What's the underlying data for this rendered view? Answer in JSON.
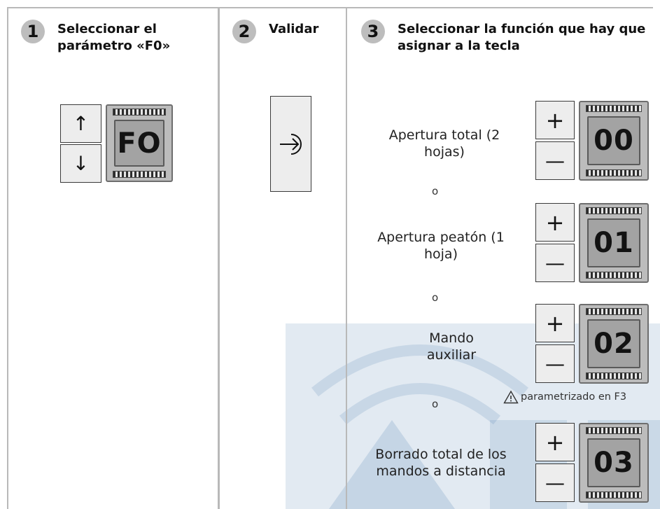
{
  "steps": [
    {
      "number": "1",
      "title": "Seleccionar el parámetro «F0»"
    },
    {
      "number": "2",
      "title": "Validar"
    },
    {
      "number": "3",
      "title": "Seleccionar la función que hay que asignar a la tecla"
    }
  ],
  "step1": {
    "up_arrow": "↑",
    "down_arrow": "↓",
    "display": "FO"
  },
  "step2": {
    "enter_icon": "enter-arrow-icon"
  },
  "options": [
    {
      "label": "Apertura total (2 hojas)",
      "display": "00"
    },
    {
      "label": "Apertura peatón (1 hoja)",
      "display": "01"
    },
    {
      "label": "Mando auxiliar",
      "display": "02"
    },
    {
      "label": "Borrado total de los mandos a distancia",
      "display": "03"
    }
  ],
  "or_word": "o",
  "buttons": {
    "plus": "+",
    "minus": "—"
  },
  "note": "parametrizado en F3",
  "colors": {
    "watermark": "#1f5f9a",
    "frame": "#b9b9b9",
    "chip": "#bcbcbc"
  }
}
